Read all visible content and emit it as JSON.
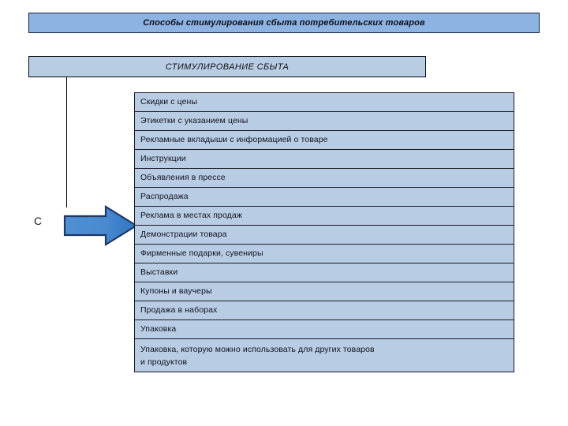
{
  "slide": {
    "title": "Способы стимулирования сбыта потребительских товаров",
    "subtitle": "СТИМУЛИРОВАНИЕ СБЫТА",
    "side_label": "С",
    "colors": {
      "title_fill": "#8db3e2",
      "row_fill": "#b8cce4",
      "outline": "#1b1b28",
      "arrow_light": "#4f90d4",
      "arrow_dark": "#2f74c0",
      "arrow_outline": "#1f3864"
    },
    "items": [
      {
        "label": "Скидки с цены"
      },
      {
        "label": "Этикетки с указанием цены"
      },
      {
        "label": "Рекламные вкладыши с информацией о товаре"
      },
      {
        "label": "Инструкции"
      },
      {
        "label": "Объявления в прессе"
      },
      {
        "label": "Распродажа"
      },
      {
        "label": "Реклама в местах продаж"
      },
      {
        "label": "Демонстрации товара"
      },
      {
        "label": "Фирменные подарки, сувениры"
      },
      {
        "label": "Выставки"
      },
      {
        "label": "Купоны и ваучеры"
      },
      {
        "label": "Продажа в наборах"
      },
      {
        "label": "Упаковка"
      },
      {
        "label": "Упаковка, которую можно использовать для других товаров\nи продуктов"
      }
    ]
  }
}
